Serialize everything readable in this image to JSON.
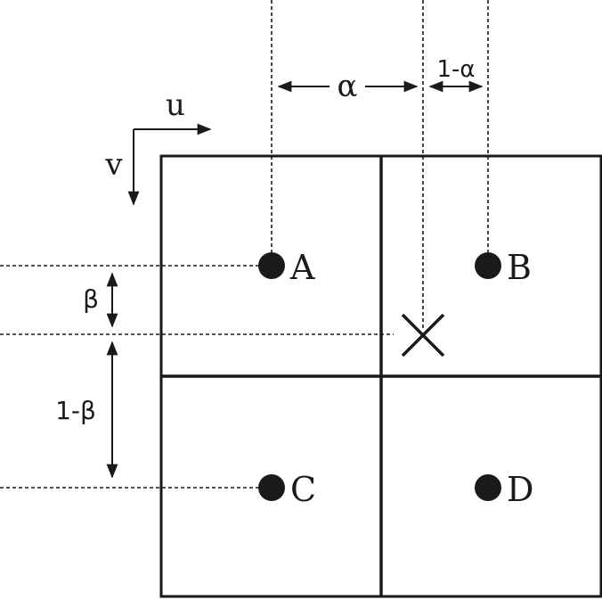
{
  "labels": {
    "axis_u": "u",
    "axis_v": "v",
    "alpha": "α",
    "one_minus_alpha": "1-α",
    "beta": "β",
    "one_minus_beta": "1-β"
  },
  "points": [
    {
      "id": "A",
      "label": "A"
    },
    {
      "id": "B",
      "label": "B"
    },
    {
      "id": "C",
      "label": "C"
    },
    {
      "id": "D",
      "label": "D"
    }
  ],
  "sample_point": {
    "marker": "cross"
  },
  "colors": {
    "ink": "#1a1a1a",
    "background": "#ffffff"
  }
}
